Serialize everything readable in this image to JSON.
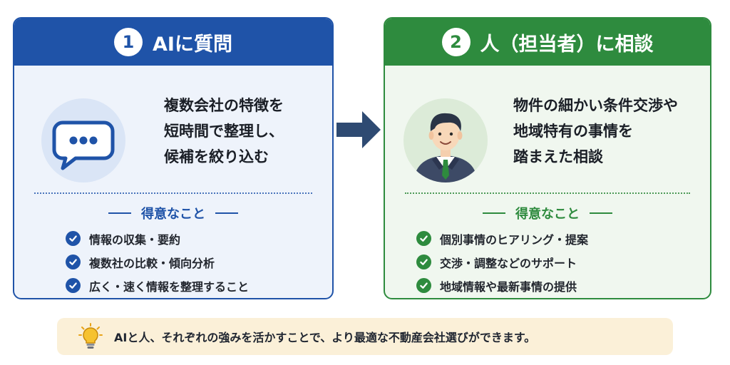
{
  "cards": {
    "ai": {
      "number": "1",
      "title": "AIに質問",
      "description": [
        "複数会社の特徴を",
        "短時間で整理し、",
        "候補を絞り込む"
      ],
      "strengths_heading": "得意なこと",
      "strengths": [
        "情報の収集・要約",
        "複数社の比較・傾向分析",
        "広く・速く情報を整理すること"
      ],
      "accent_color": "#1f53a8",
      "icon": "chat-bubble-icon"
    },
    "human": {
      "number": "2",
      "title": "人（担当者）に相談",
      "description": [
        "物件の細かい条件交渉や",
        "地域特有の事情を",
        "踏まえた相談"
      ],
      "strengths_heading": "得意なこと",
      "strengths": [
        "個別事情のヒアリング・提案",
        "交渉・調整などのサポート",
        "地域情報や最新事情の提供"
      ],
      "accent_color": "#2e8b3e",
      "icon": "businessman-icon"
    }
  },
  "connector": {
    "icon": "arrow-right-icon",
    "color": "#2e4a72"
  },
  "tip": {
    "icon": "lightbulb-icon",
    "text": "AIと人、それぞれの強みを活かすことで、より最適な不動産会社選びができます。",
    "background": "#fbf0d8"
  }
}
